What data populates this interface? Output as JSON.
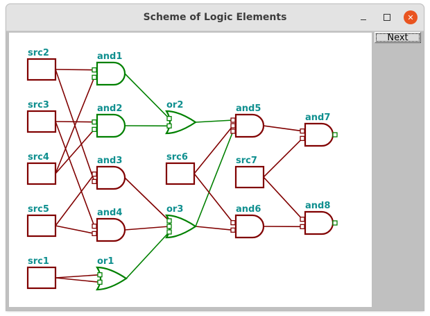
{
  "window": {
    "title": "Scheme of Logic Elements"
  },
  "toolbar": {
    "next_label": "Next"
  },
  "colors": {
    "gate_on": "#008000",
    "gate_off": "#800000",
    "label": "#0f8f8f",
    "canvas_bg": "#ffffff",
    "panel_bg": "#c0c0c0",
    "close_button": "#e95420"
  },
  "elements": [
    {
      "id": "src1",
      "type": "source",
      "active": false
    },
    {
      "id": "src2",
      "type": "source",
      "active": false
    },
    {
      "id": "src3",
      "type": "source",
      "active": false
    },
    {
      "id": "src4",
      "type": "source",
      "active": false
    },
    {
      "id": "src5",
      "type": "source",
      "active": false
    },
    {
      "id": "src6",
      "type": "source",
      "active": false
    },
    {
      "id": "src7",
      "type": "source",
      "active": false
    },
    {
      "id": "and1",
      "type": "and",
      "active": true
    },
    {
      "id": "and2",
      "type": "and",
      "active": true
    },
    {
      "id": "and3",
      "type": "and",
      "active": false
    },
    {
      "id": "and4",
      "type": "and",
      "active": false
    },
    {
      "id": "and5",
      "type": "and",
      "active": false
    },
    {
      "id": "and6",
      "type": "and",
      "active": false
    },
    {
      "id": "and7",
      "type": "and",
      "active": false
    },
    {
      "id": "and8",
      "type": "and",
      "active": false
    },
    {
      "id": "or1",
      "type": "or",
      "active": true
    },
    {
      "id": "or2",
      "type": "or",
      "active": true
    },
    {
      "id": "or3",
      "type": "or",
      "active": true
    }
  ],
  "connections": [
    {
      "from": "src2",
      "to": "and1",
      "input": 1,
      "active": false
    },
    {
      "from": "src2",
      "to": "and3",
      "input": 2,
      "active": false
    },
    {
      "from": "src3",
      "to": "and2",
      "input": 1,
      "active": false
    },
    {
      "from": "src3",
      "to": "and4",
      "input": 1,
      "active": false
    },
    {
      "from": "src4",
      "to": "and1",
      "input": 2,
      "active": false
    },
    {
      "from": "src4",
      "to": "and2",
      "input": 2,
      "active": false
    },
    {
      "from": "src5",
      "to": "and3",
      "input": 1,
      "active": false
    },
    {
      "from": "src5",
      "to": "and4",
      "input": 2,
      "active": false
    },
    {
      "from": "src1",
      "to": "or1",
      "input": 1,
      "active": false
    },
    {
      "from": "src1",
      "to": "or1",
      "input": 2,
      "active": false
    },
    {
      "from": "and1",
      "to": "or2",
      "input": 1,
      "active": true
    },
    {
      "from": "and2",
      "to": "or2",
      "input": 2,
      "active": true
    },
    {
      "from": "and3",
      "to": "or3",
      "input": 1,
      "active": false
    },
    {
      "from": "and4",
      "to": "or3",
      "input": 2,
      "active": false
    },
    {
      "from": "or1",
      "to": "or3",
      "input": 3,
      "active": true
    },
    {
      "from": "or2",
      "to": "and5",
      "input": 1,
      "active": true
    },
    {
      "from": "src6",
      "to": "and5",
      "input": 2,
      "active": false
    },
    {
      "from": "or3",
      "to": "and5",
      "input": 3,
      "active": true
    },
    {
      "from": "src6",
      "to": "and6",
      "input": 1,
      "active": false
    },
    {
      "from": "or3",
      "to": "and6",
      "input": 2,
      "active": false
    },
    {
      "from": "and5",
      "to": "and7",
      "input": 1,
      "active": false
    },
    {
      "from": "src7",
      "to": "and7",
      "input": 2,
      "active": false
    },
    {
      "from": "src7",
      "to": "and8",
      "input": 1,
      "active": false
    },
    {
      "from": "and6",
      "to": "and8",
      "input": 2,
      "active": false
    }
  ]
}
